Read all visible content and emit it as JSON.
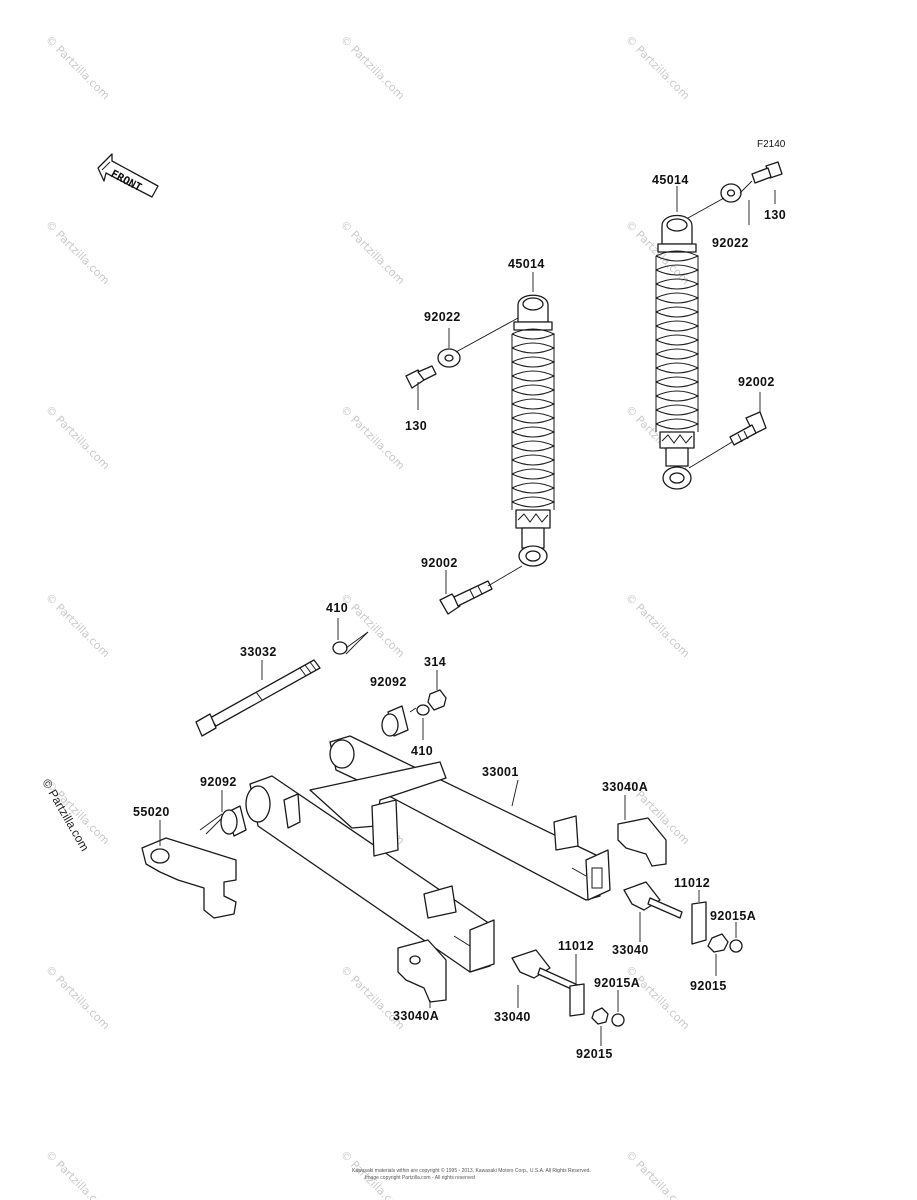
{
  "diagram": {
    "figure_code": "F2140",
    "front_label": "FRONT",
    "copyright": "© Partzilla.com",
    "watermark": "© Partzilla.com",
    "footer_lines": [
      "Kawasaki materials within are copyright © 1995 - 2013, Kawasaki Motors Corp., U.S.A. All Rights Reserved.",
      "Image copyright Partzilla.com - All rights reserved"
    ],
    "labels": {
      "l45014a": "45014",
      "l92022a": "92022",
      "l130a": "130",
      "l92002a": "92002",
      "l45014b": "45014",
      "l92022b": "92022",
      "l130b": "130",
      "l92002b": "92002",
      "l410a": "410",
      "l33032": "33032",
      "l314": "314",
      "l92092a": "92092",
      "l410b": "410",
      "l33001": "33001",
      "l92092b": "92092",
      "l55020": "55020",
      "l33040Aa": "33040A",
      "l11012a": "11012",
      "l33040a": "33040",
      "l92015Aa": "92015A",
      "l92015a": "92015",
      "l33040Ab": "33040A",
      "l33040b": "33040",
      "l11012b": "11012",
      "l92015Ab": "92015A",
      "l92015b": "92015"
    }
  }
}
